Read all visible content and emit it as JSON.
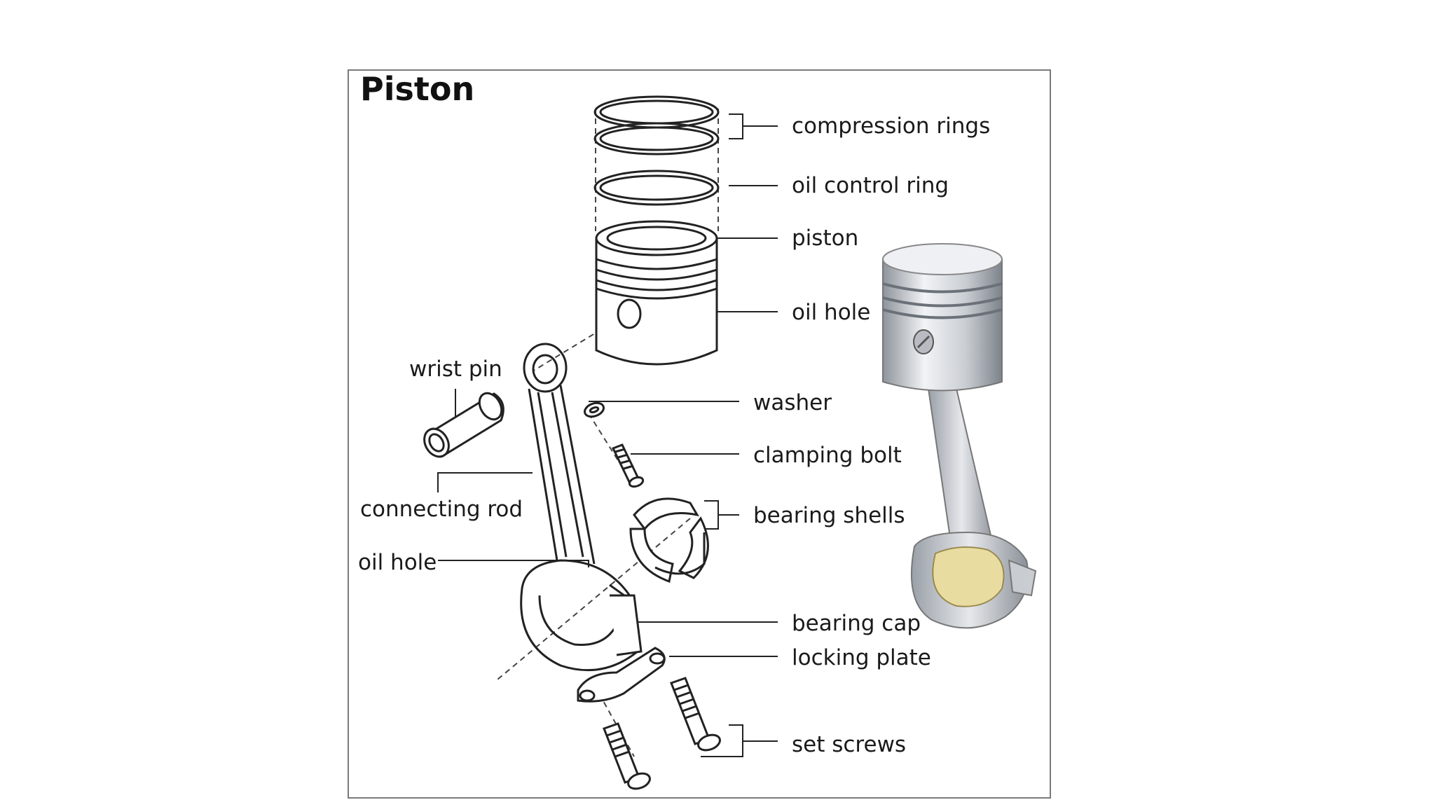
{
  "diagram": {
    "title": "Piston",
    "labels": {
      "compression_rings": "compression rings",
      "oil_control_ring": "oil control ring",
      "piston": "piston",
      "oil_hole_piston": "oil hole",
      "wrist_pin": "wrist pin",
      "washer": "washer",
      "clamping_bolt": "clamping bolt",
      "connecting_rod": "connecting rod",
      "bearing_shells": "bearing shells",
      "oil_hole_rod": "oil hole",
      "bearing_cap": "bearing cap",
      "locking_plate": "locking plate",
      "set_screws": "set screws"
    },
    "colors": {
      "line": "#222222",
      "frame": "#7a7a7a",
      "metal_light": "#e4e6ea",
      "metal_dark": "#9aa0a8",
      "bearing": "#e8dca0"
    }
  }
}
